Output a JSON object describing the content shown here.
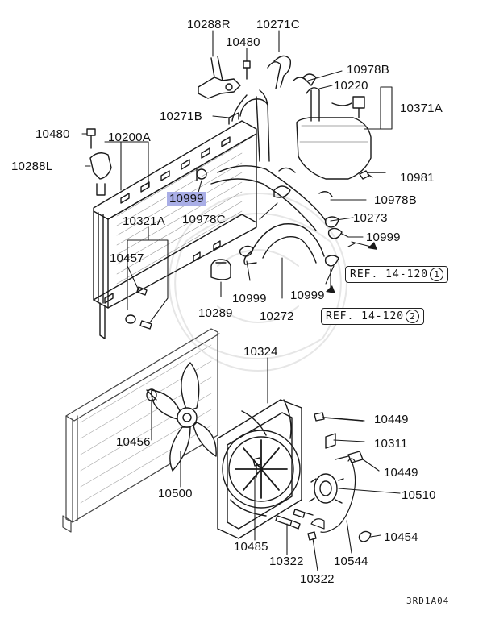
{
  "diagram": {
    "labels": {
      "p10288R": "10288R",
      "p10271C": "10271C",
      "p10480a": "10480",
      "p10978Ba": "10978B",
      "p10220": "10220",
      "p10371A": "10371A",
      "p10271B": "10271B",
      "p10480b": "10480",
      "p10200A": "10200A",
      "p10288L": "10288L",
      "p10981": "10981",
      "p10999a": "10999",
      "p10978Bb": "10978B",
      "p10978C": "10978C",
      "p10273": "10273",
      "p10321A": "10321A",
      "p10999b": "10999",
      "p10457": "10457",
      "p10999c": "10999",
      "p10999d": "10999",
      "p10289": "10289",
      "p10272": "10272",
      "p10324": "10324",
      "p10449a": "10449",
      "p10311": "10311",
      "p10456": "10456",
      "p10449b": "10449",
      "p10510": "10510",
      "p10500": "10500",
      "p10454": "10454",
      "p10485": "10485",
      "p10322a": "10322",
      "p10544": "10544",
      "p10322b": "10322"
    },
    "refs": {
      "ref1_text": "REF. 14-120",
      "ref1_num": "1",
      "ref2_text": "REF. 14-120",
      "ref2_num": "2"
    },
    "footer_code": "3RD1A04",
    "highlight_color": "#a9aee6"
  }
}
